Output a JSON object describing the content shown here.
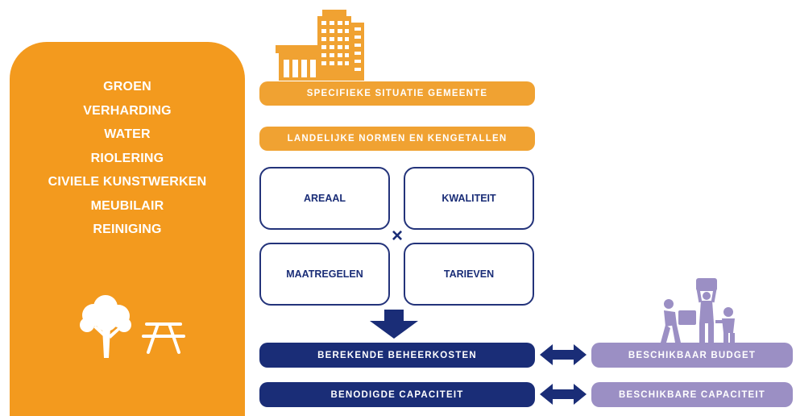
{
  "domains": [
    "GROEN",
    "VERHARDING",
    "WATER",
    "RIOLERING",
    "CIVIELE KUNSTWERKEN",
    "MEUBILAIR",
    "REINIGING"
  ],
  "top_labels": {
    "specifiek": "SPECIFIEKE SITUATIE GEMEENTE",
    "landelijk": "LANDELIJKE NORMEN EN KENGETALLEN"
  },
  "factors": {
    "areaal": "AREAAL",
    "kwaliteit": "KWALITEIT",
    "maatregelen": "MAATREGELEN",
    "tarieven": "TARIEVEN",
    "multiply_sign": "×"
  },
  "results": {
    "beheerkosten": "BEREKENDE BEHEERKOSTEN",
    "capaciteit": "BENODIGDE CAPACITEIT"
  },
  "comparisons": {
    "budget": "BESCHIKBAAR BUDGET",
    "capaciteit": "BESCHIKBARE CAPACITEIT"
  },
  "icons": [
    "tree-icon",
    "picnic-table-icon",
    "building-icon",
    "people-lifting-icon",
    "arrow-down-icon",
    "double-arrow-icon"
  ],
  "colors": {
    "orange": "#f39a1e",
    "orange_pill": "#f0a232",
    "navy": "#1a2d77",
    "lilac": "#9b8fc4"
  }
}
